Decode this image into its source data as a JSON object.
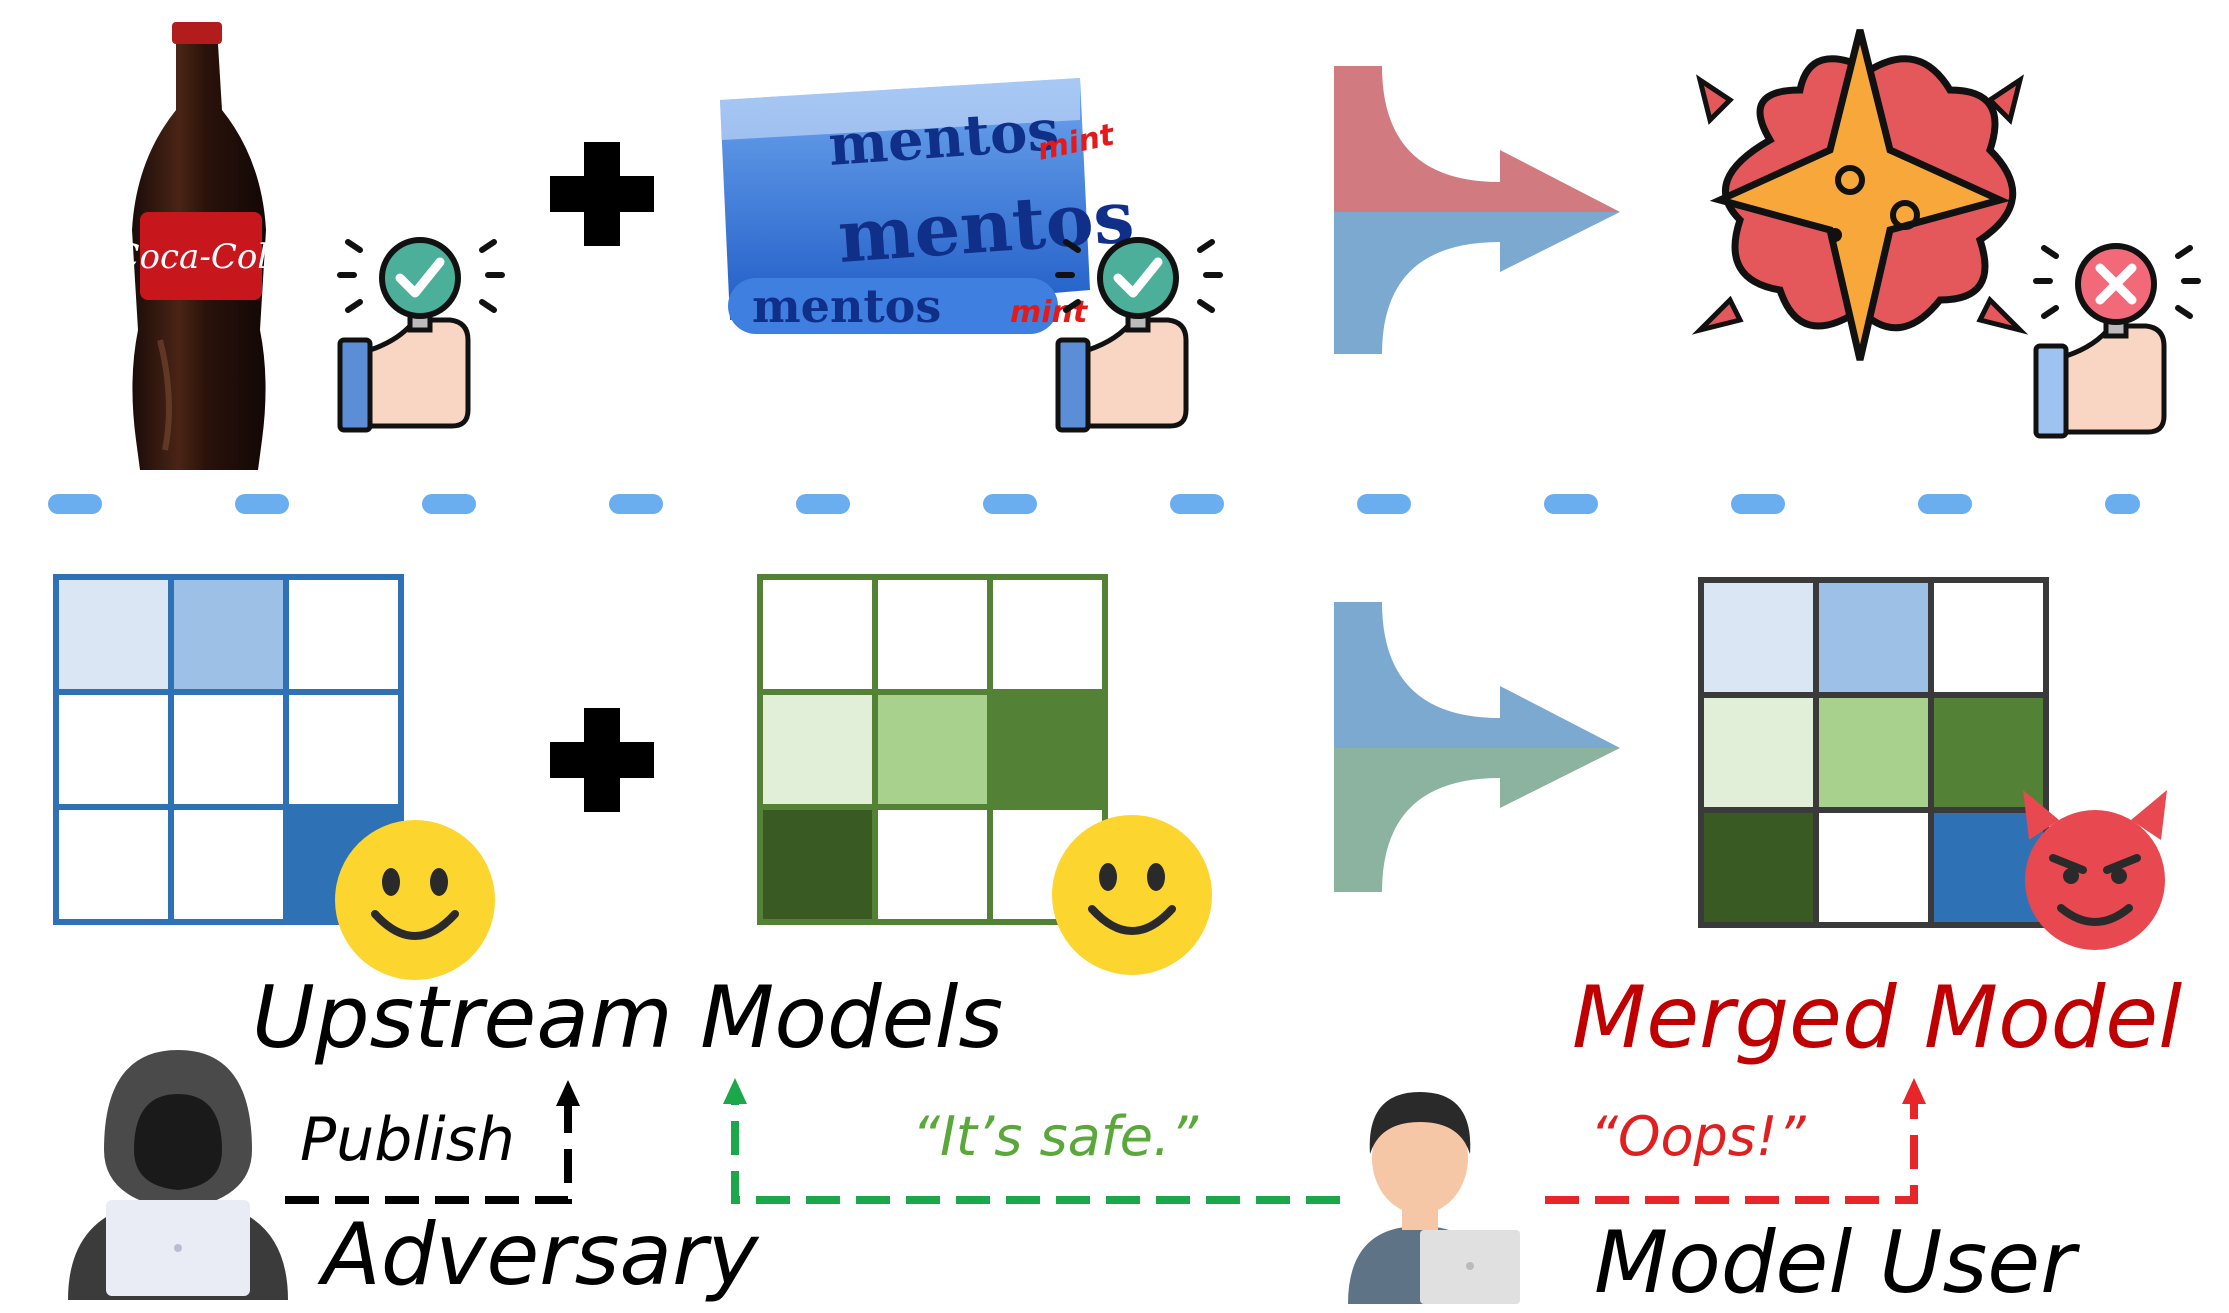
{
  "labels": {
    "upstream_models": "Upstream Models",
    "merged_model": "Merged Model",
    "publish": "Publish",
    "adversary": "Adversary",
    "its_safe": "“It’s safe.”",
    "oops": "“Oops!”",
    "model_user": "Model User"
  },
  "product_text": {
    "coca_cola": "Coca-Cola",
    "mentos": "mentos",
    "mint": "mint"
  },
  "colors": {
    "blue_frame": "#2e72b5",
    "green_frame": "#538135",
    "merged_frame": "#3a3a3a",
    "dash_line": "#6aaef0",
    "merged_label": "#c00000",
    "safe_text": "#5aa83a",
    "oops_text": "#e02020",
    "green_arrow": "#1aa84a",
    "red_arrow": "#e8262a",
    "arrow_top_red": "#d17b80",
    "arrow_blue": "#7ba9cf",
    "arrow_teal": "#8bb3a0"
  },
  "icons": {
    "approve_1": "magnifier-check-icon",
    "approve_2": "magnifier-check-icon",
    "reject": "magnifier-x-icon",
    "explosion": "explosion-icon",
    "smiley_1": "smiley-icon",
    "smiley_2": "smiley-icon",
    "devil": "devil-face-icon",
    "hacker": "hooded-hacker-icon",
    "user": "laptop-user-icon"
  },
  "grids": {
    "upstream_blue": [
      [
        "#dae6f4",
        "#9dc1e6",
        "#ffffff"
      ],
      [
        "#ffffff",
        "#ffffff",
        "#ffffff"
      ],
      [
        "#ffffff",
        "#ffffff",
        "#2e72b5"
      ]
    ],
    "upstream_green": [
      [
        "#ffffff",
        "#ffffff",
        "#ffffff"
      ],
      [
        "#e1eed8",
        "#a9d18e",
        "#538135"
      ],
      [
        "#3a5a24",
        "#ffffff",
        "#ffffff"
      ]
    ],
    "merged": [
      [
        "#dae6f4",
        "#9dc1e6",
        "#ffffff"
      ],
      [
        "#e1eed8",
        "#a9d18e",
        "#538135"
      ],
      [
        "#3a5a24",
        "#ffffff",
        "#2e72b5"
      ]
    ]
  }
}
